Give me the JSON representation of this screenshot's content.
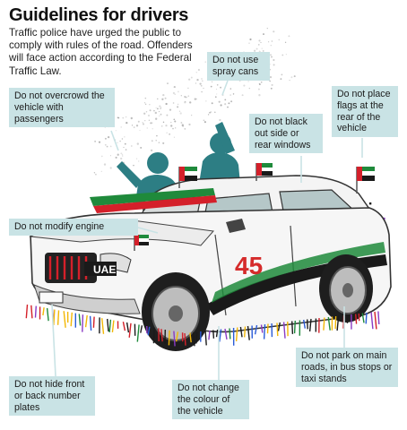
{
  "title": "Guidelines for drivers",
  "intro": "Traffic police have urged the public to comply with rules of the road. Offenders will face action according to the Federal Traffic Law.",
  "plate_text": "UAE",
  "door_number": "45",
  "colors": {
    "callout_bg": "#c9e3e5",
    "silhouette": "#2d7e84",
    "flag_green": "#1f8a3b",
    "flag_red": "#d4202a",
    "flag_black": "#1a1a1a",
    "number_red": "#d52b2b"
  },
  "callouts": {
    "overcrowd": "Do not overcrowd the vehicle with passengers",
    "spray": "Do not use spray cans",
    "black_out": "Do not black out side or rear windows",
    "flags": "Do not place flags at the rear of the vehicle",
    "engine": "Do not modify engine",
    "plates": "Do not hide front or back number plates",
    "colour": "Do not change the colour of the vehicle",
    "park": "Do not park on main roads, in bus stops or taxi stands"
  }
}
